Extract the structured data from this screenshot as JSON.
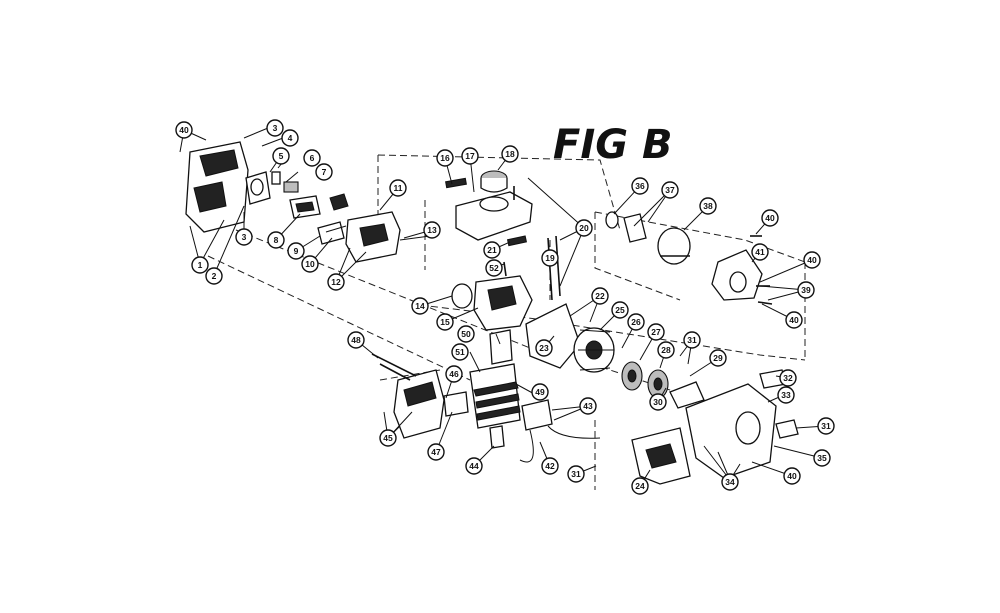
{
  "figure": {
    "title": "FIG B",
    "callouts": [
      "1",
      "2",
      "3",
      "4",
      "5",
      "6",
      "7",
      "8",
      "9",
      "10",
      "11",
      "12",
      "13",
      "14",
      "15",
      "16",
      "17",
      "18",
      "19",
      "20",
      "21",
      "22",
      "23",
      "24",
      "25",
      "26",
      "27",
      "28",
      "29",
      "30",
      "31",
      "32",
      "33",
      "34",
      "35",
      "36",
      "37",
      "38",
      "39",
      "40",
      "41",
      "42",
      "43",
      "44",
      "45",
      "46",
      "47",
      "48",
      "49",
      "50",
      "51",
      "52"
    ]
  },
  "colors": {
    "ink": "#111111",
    "paper": "#ffffff"
  }
}
